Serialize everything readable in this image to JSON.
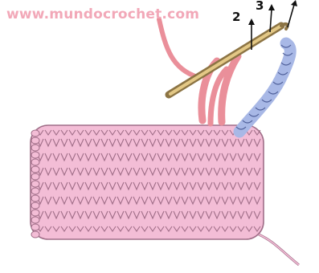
{
  "watermark": {
    "text": "www.mundocrochet.com",
    "color": "#f2a8b8"
  },
  "step_labels": [
    "2",
    "3"
  ],
  "colors": {
    "main_yarn": "#f3bdd6",
    "main_yarn_outline": "#a06e88",
    "working_yarn": "#ea8f9a",
    "working_yarn_outline": "#9c5561",
    "loop_yarn": "#a8b8e6",
    "loop_yarn_outline": "#4e5e98",
    "hook": "#e3c886",
    "hook_outline": "#8c7444",
    "arrow": "#111111"
  }
}
